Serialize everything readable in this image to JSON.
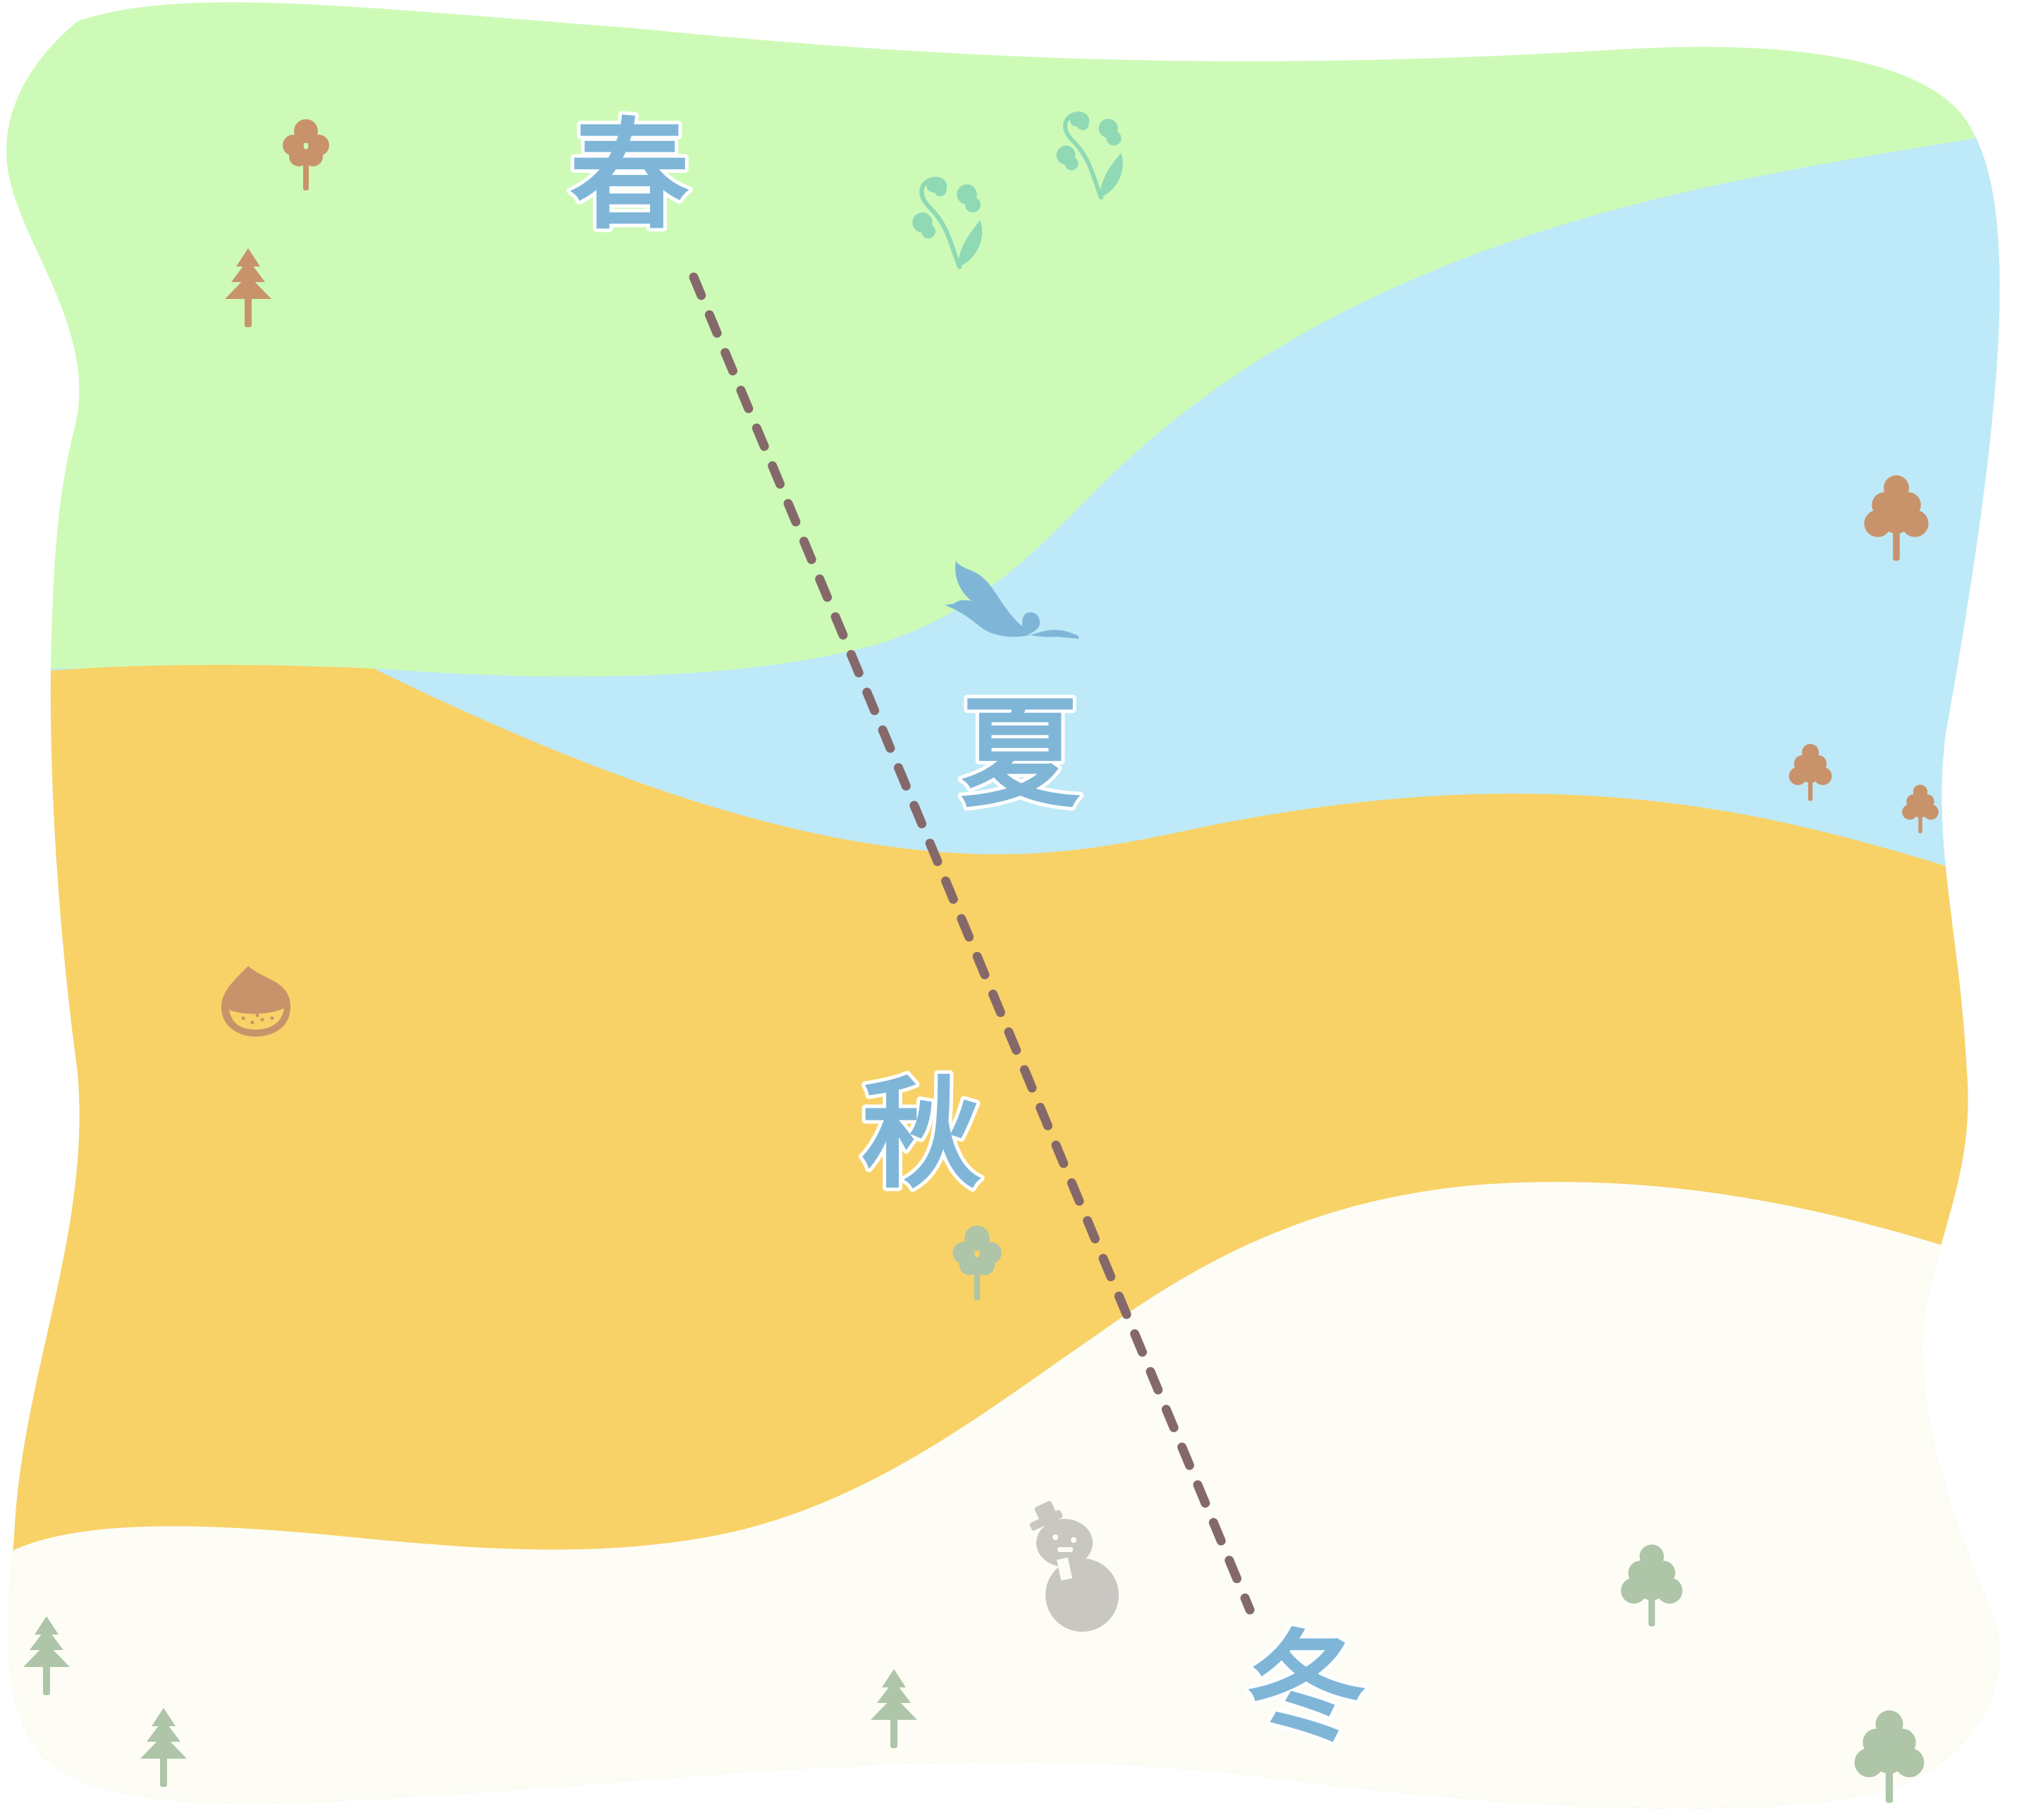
{
  "labels": {
    "spring": "春",
    "summer": "夏",
    "autumn": "秋",
    "winter": "冬"
  },
  "colors": {
    "spring_band": "#cdfbb7",
    "summer_band": "#bee9f8",
    "autumn_band": "#f8d267",
    "winter_band": "#fdfdf6",
    "label_text": "#7fb6d8",
    "label_outline": "#ffffff",
    "path_line": "#85696a",
    "tree_brown": "#c8936b",
    "tree_sage": "#aec5a8",
    "flower_mint": "#8fd9b5",
    "bird_blue": "#7fb6d8",
    "chestnut": "#c8936b",
    "snowman": "#c9c7c2"
  },
  "icons": [
    "round-tree-icon",
    "pine-tree-icon",
    "flower-icon",
    "crane-bird-icon",
    "chestnut-icon",
    "snowman-icon"
  ]
}
